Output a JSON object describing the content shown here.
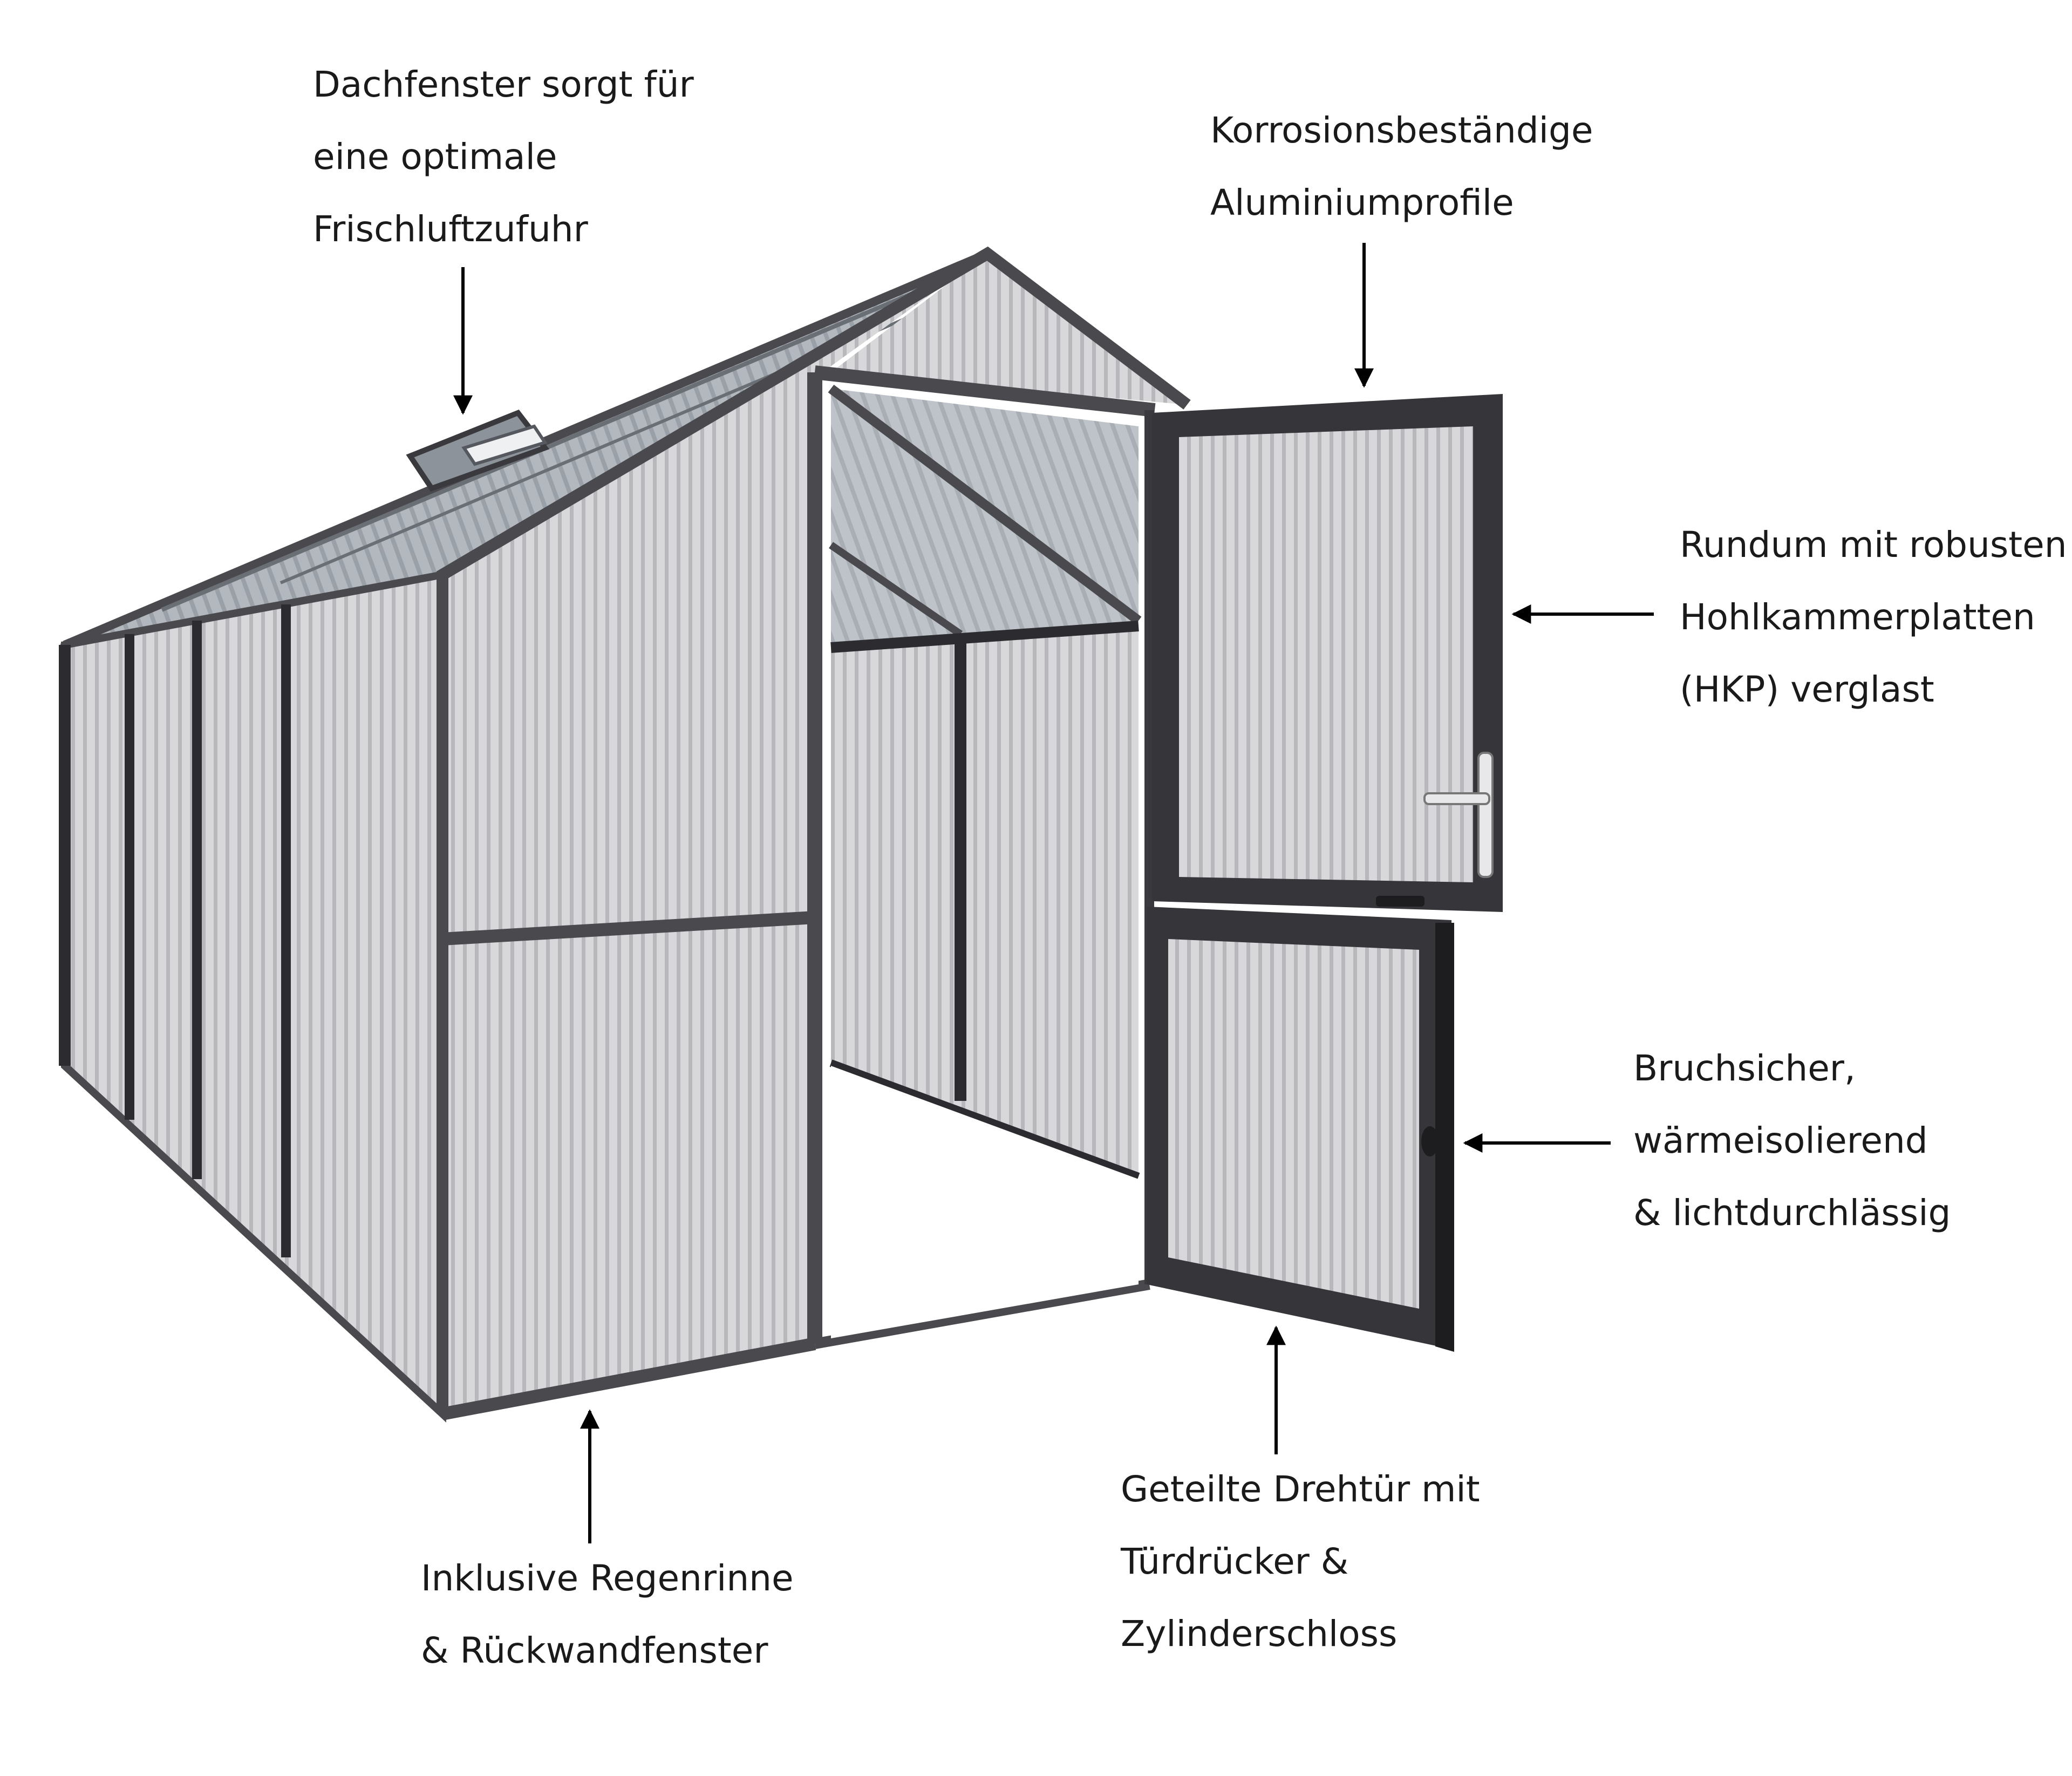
{
  "colors": {
    "frame": "#4a4a4e",
    "frame_dark": "#2c2c30",
    "panel": "#d6d6d8",
    "panel_stripe": "#b4b4b8",
    "roof": "#a9aeb4",
    "arrow": "#000000",
    "text": "#1a1a1a"
  },
  "labels": {
    "dachfenster": [
      "Dachfenster sorgt für",
      "eine optimale",
      "Frischluftzufuhr"
    ],
    "korrosion": [
      "Korrosionsbeständige",
      "Aluminiumprofile"
    ],
    "rundum": [
      "Rundum mit robusten",
      "Hohlkammerplatten",
      "(HKP) verglast"
    ],
    "bruchsicher": [
      "Bruchsicher,",
      "wärmeisolierend",
      "& lichtdurchlässig"
    ],
    "drehtuer": [
      "Geteilte Drehtür mit",
      "Türdrücker &",
      "Zylinderschloss"
    ],
    "regenrinne": [
      "Inklusive Regenrinne",
      "& Rückwandfenster"
    ]
  }
}
